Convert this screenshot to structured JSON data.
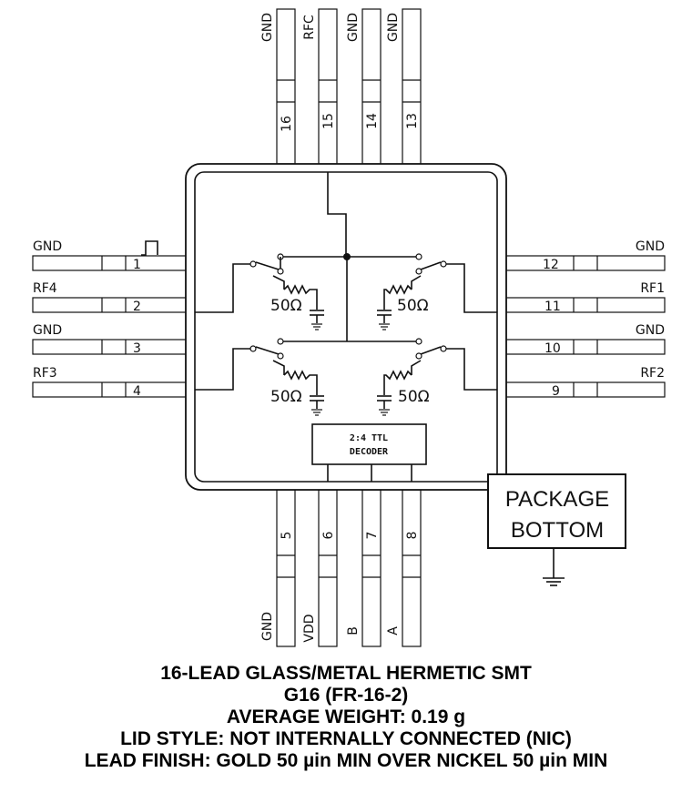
{
  "pins": {
    "p1": {
      "num": "1",
      "name": "GND"
    },
    "p2": {
      "num": "2",
      "name": "RF4"
    },
    "p3": {
      "num": "3",
      "name": "GND"
    },
    "p4": {
      "num": "4",
      "name": "RF3"
    },
    "p5": {
      "num": "5",
      "name": "GND"
    },
    "p6": {
      "num": "6",
      "name": "VDD"
    },
    "p7": {
      "num": "7",
      "name": "B"
    },
    "p8": {
      "num": "8",
      "name": "A"
    },
    "p9": {
      "num": "9",
      "name": "RF2"
    },
    "p10": {
      "num": "10",
      "name": "GND"
    },
    "p11": {
      "num": "11",
      "name": "RF1"
    },
    "p12": {
      "num": "12",
      "name": "GND"
    },
    "p13": {
      "num": "13",
      "name": "GND"
    },
    "p14": {
      "num": "14",
      "name": "GND"
    },
    "p15": {
      "num": "15",
      "name": "RFC"
    },
    "p16": {
      "num": "16",
      "name": "GND"
    }
  },
  "resistor_label": "50Ω",
  "decoder": {
    "line1": "2:4 TTL",
    "line2": "DECODER"
  },
  "package_bottom": {
    "line1": "PACKAGE",
    "line2": "BOTTOM"
  },
  "caption": {
    "line1": "16-LEAD GLASS/METAL HERMETIC SMT",
    "line2": "G16 (FR-16-2)",
    "line3": "AVERAGE WEIGHT: 0.19 g",
    "line4": "LID STYLE: NOT INTERNALLY CONNECTED (NIC)",
    "line5": "LEAD FINISH: GOLD 50 µin MIN OVER NICKEL 50 µin MIN"
  }
}
